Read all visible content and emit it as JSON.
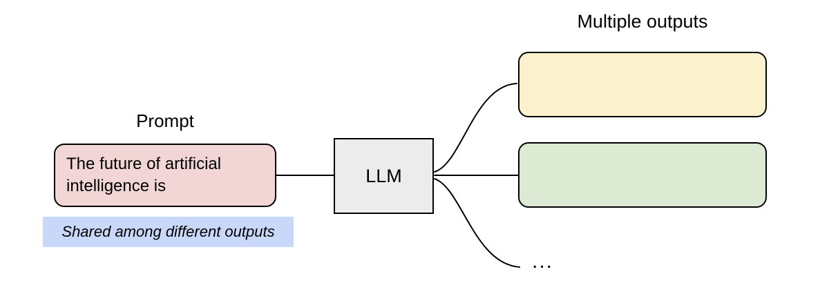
{
  "diagram": {
    "outputs_title": "Multiple outputs",
    "prompt_title": "Prompt",
    "prompt_text": "The future of artificial intelligence is",
    "note_text": "Shared among different outputs",
    "llm_label": "LLM",
    "ellipsis": "...",
    "colors": {
      "prompt_fill": "#f2d5d5",
      "note_fill": "#c9d8f8",
      "llm_fill": "#ececec",
      "output_top_fill": "#fbf1cd",
      "output_bottom_fill": "#dcead3",
      "stroke": "#000000"
    }
  }
}
